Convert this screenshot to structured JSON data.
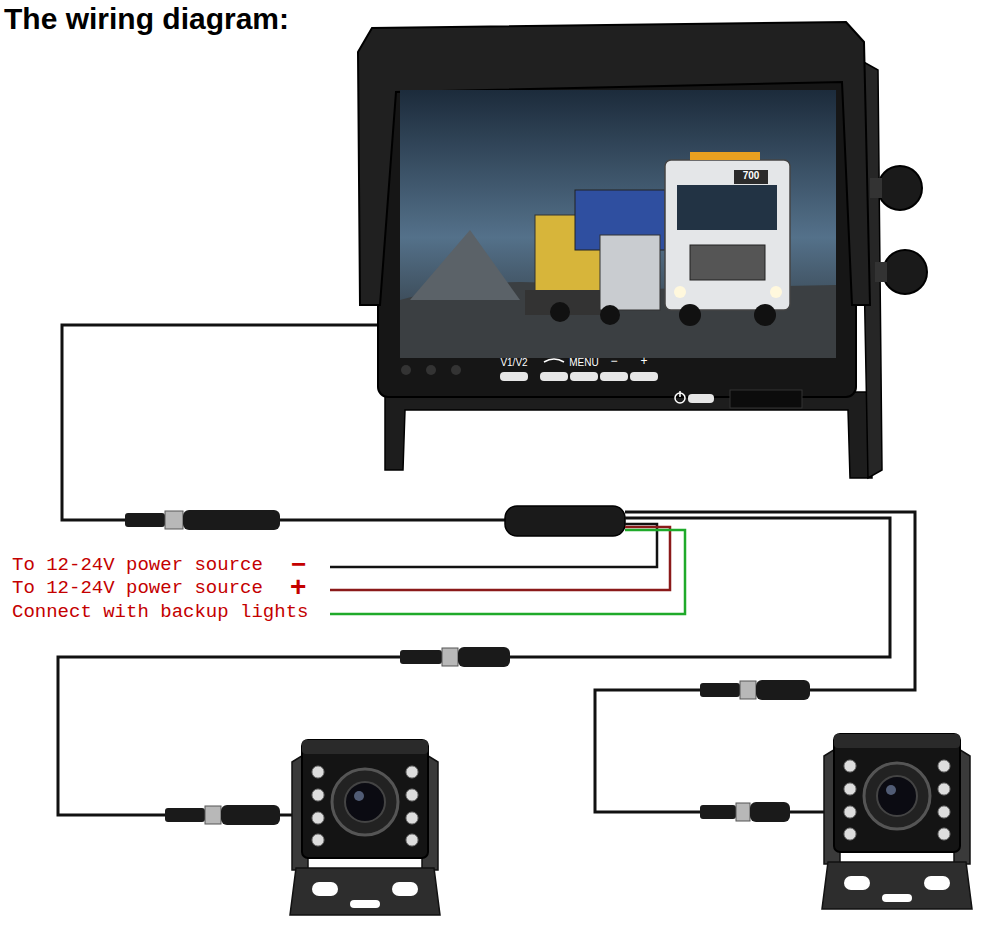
{
  "diagram": {
    "title": "The wiring diagram:",
    "labels": [
      "To 12-24V power source",
      "−",
      "To 12-24V power source",
      "+",
      "Connect with backup lights",
      "V1/V2",
      "MENU",
      "−",
      "+",
      "700"
    ]
  }
}
